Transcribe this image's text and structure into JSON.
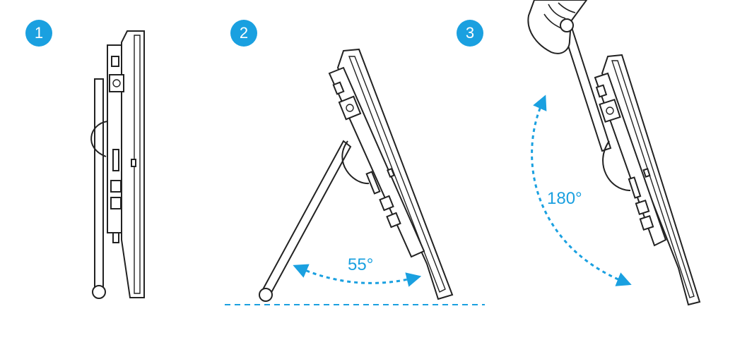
{
  "steps": [
    {
      "number": "1"
    },
    {
      "number": "2",
      "angle_label": "55°"
    },
    {
      "number": "3",
      "angle_label": "180°"
    }
  ],
  "colors": {
    "accent": "#1aa0e0",
    "line": "#222222"
  }
}
